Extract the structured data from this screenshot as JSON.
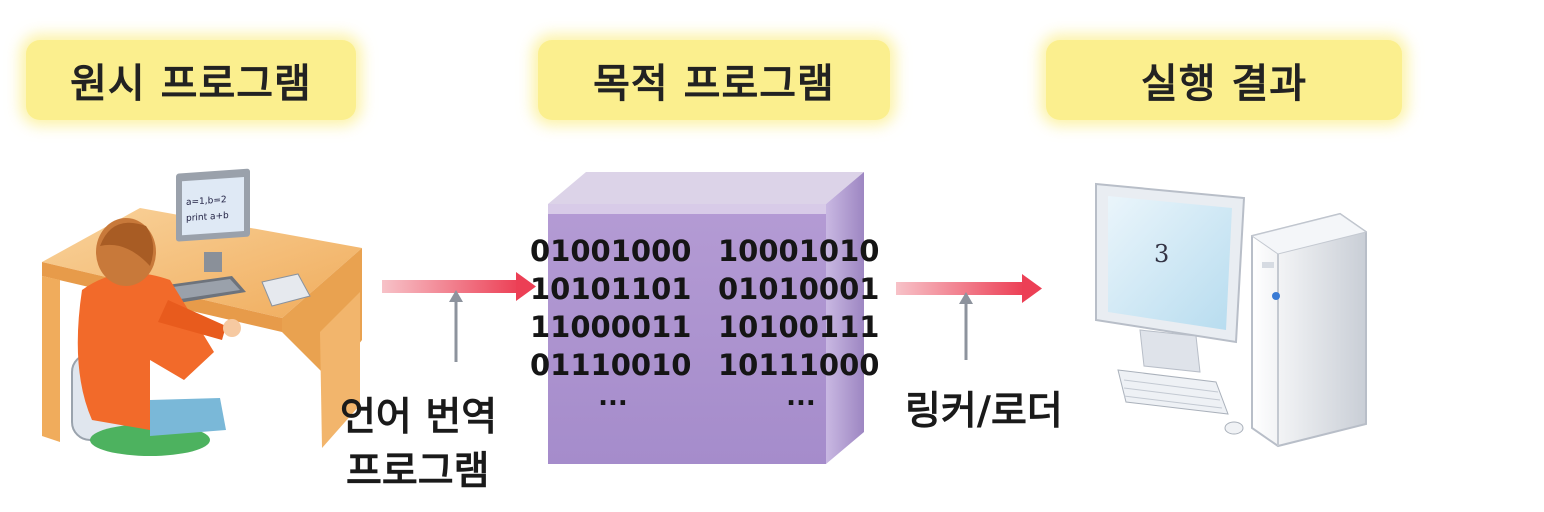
{
  "labels": {
    "source_program": "원시 프로그램",
    "object_program": "목적 프로그램",
    "execution_result": "실행 결과"
  },
  "captions": {
    "translator_line1": "언어 번역",
    "translator_line2": "프로그램",
    "linker_loader": "링커/로더"
  },
  "binary": {
    "rows": [
      [
        "01001000",
        "10001010"
      ],
      [
        "10101101",
        "01010001"
      ],
      [
        "11000011",
        "10100111"
      ],
      [
        "01110010",
        "10111000"
      ]
    ],
    "ellipsis": [
      "...",
      "..."
    ]
  },
  "monitor_screen_digit": "3",
  "colors": {
    "label_bg": "#fbef8e",
    "arrow": "#ef4a5c",
    "cube_face": "#b79fd6",
    "cube_top": "#d9cfe6",
    "cube_side": "#a58ccb",
    "desk": "#f2b56c",
    "shirt": "#f26a2a"
  }
}
